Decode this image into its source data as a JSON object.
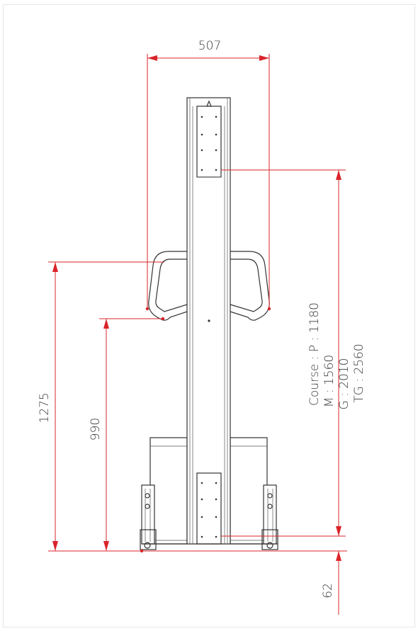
{
  "dimensions": {
    "width_top": "507",
    "height_left_outer": "1275",
    "height_left_inner": "990",
    "course_line1": "Course : P : 1180",
    "course_line2": "M : 1560",
    "course_line3": "G : 2010",
    "course_line4": "TG : 2560",
    "bottom": "62"
  },
  "colors": {
    "dimension": "#d9242a",
    "machine": "#333333"
  }
}
